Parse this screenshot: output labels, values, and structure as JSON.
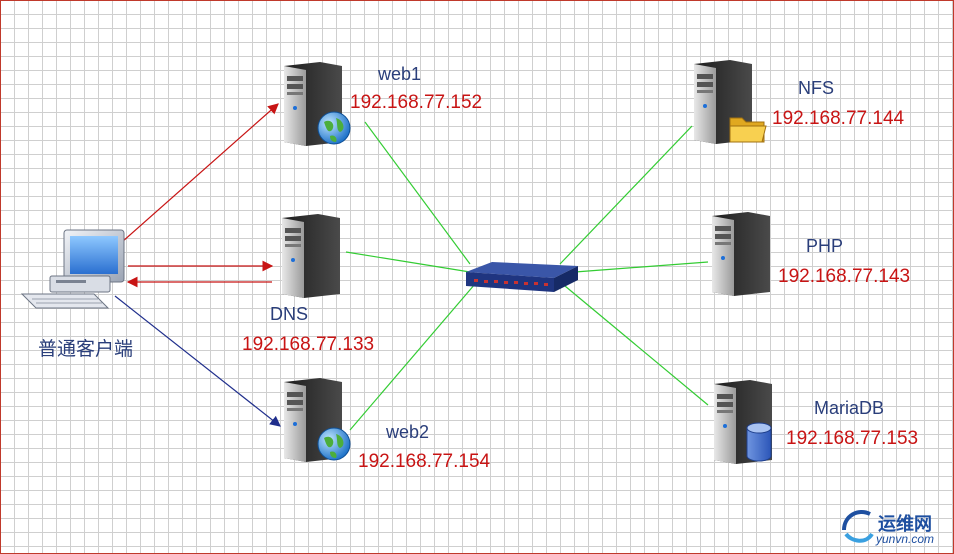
{
  "client": {
    "label": "普通客户端"
  },
  "servers": {
    "web1": {
      "name": "web1",
      "ip": "192.168.77.152",
      "badge": "globe-icon"
    },
    "dns": {
      "name": "DNS",
      "ip": "192.168.77.133",
      "badge": ""
    },
    "web2": {
      "name": "web2",
      "ip": "192.168.77.154",
      "badge": "globe-icon"
    },
    "nfs": {
      "name": "NFS",
      "ip": "192.168.77.144",
      "badge": "folder-icon"
    },
    "php": {
      "name": "PHP",
      "ip": "192.168.77.143",
      "badge": ""
    },
    "mariadb": {
      "name": "MariaDB",
      "ip": "192.168.77.153",
      "badge": "database-icon"
    }
  },
  "watermark": {
    "cn": "运维网",
    "en": "yunvn.com"
  },
  "colors": {
    "client_link": "#c81414",
    "client_link_web2": "#1f2e8c",
    "switch_link": "#33cc33",
    "ip_text": "#c81414",
    "name_text": "#2a3e7a",
    "border": "#c0392b"
  }
}
